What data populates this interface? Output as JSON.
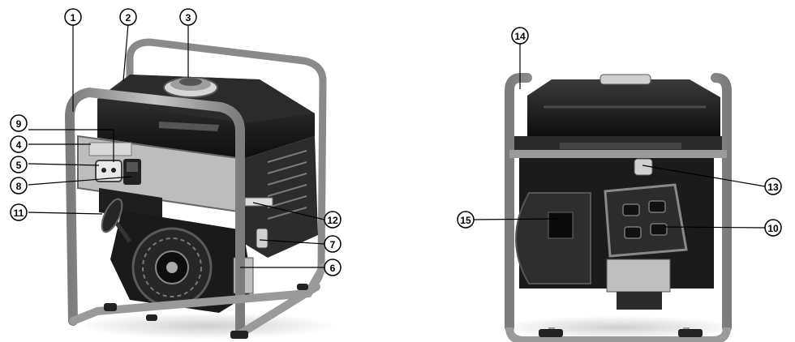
{
  "figure": {
    "views": [
      {
        "name": "front-three-quarter-view",
        "description_visible": false
      },
      {
        "name": "rear-view",
        "description_visible": false
      }
    ],
    "callouts": [
      {
        "id": "c1",
        "number": "1",
        "view": "front"
      },
      {
        "id": "c2",
        "number": "2",
        "view": "front"
      },
      {
        "id": "c3",
        "number": "3",
        "view": "front"
      },
      {
        "id": "c4",
        "number": "4",
        "view": "front"
      },
      {
        "id": "c5",
        "number": "5",
        "view": "front"
      },
      {
        "id": "c6",
        "number": "6",
        "view": "front"
      },
      {
        "id": "c7",
        "number": "7",
        "view": "front"
      },
      {
        "id": "c8",
        "number": "8",
        "view": "front"
      },
      {
        "id": "c9",
        "number": "9",
        "view": "front"
      },
      {
        "id": "c10",
        "number": "10",
        "view": "rear"
      },
      {
        "id": "c11",
        "number": "11",
        "view": "front"
      },
      {
        "id": "c12",
        "number": "12",
        "view": "front"
      },
      {
        "id": "c13",
        "number": "13",
        "view": "rear"
      },
      {
        "id": "c14",
        "number": "14",
        "view": "rear"
      },
      {
        "id": "c15",
        "number": "15",
        "view": "rear"
      }
    ],
    "colors": {
      "frame": "#9a9a9a",
      "frame_dark": "#6e6e6e",
      "engine": "#1c1c1c",
      "panel": "#bdbdbd",
      "ink": "#000000"
    }
  }
}
